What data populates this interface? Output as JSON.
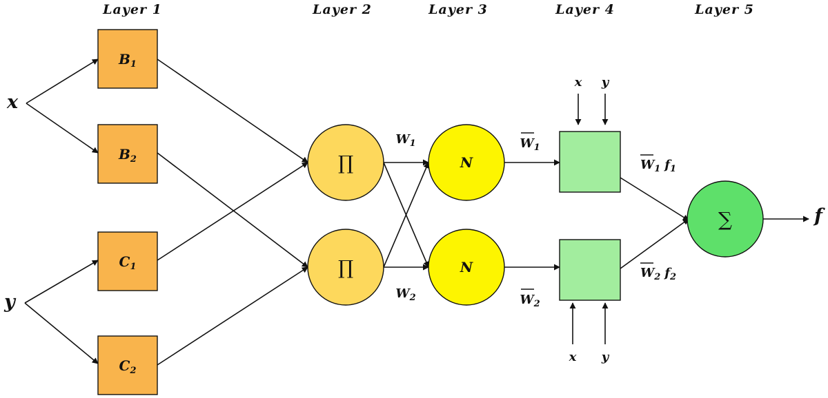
{
  "layers": [
    "Layer 1",
    "Layer 2",
    "Layer 3",
    "Layer 4",
    "Layer 5"
  ],
  "inputs": {
    "x": "x",
    "y": "y"
  },
  "layer1_nodes": [
    {
      "base": "B",
      "sub": "1"
    },
    {
      "base": "B",
      "sub": "2"
    },
    {
      "base": "C",
      "sub": "1"
    },
    {
      "base": "C",
      "sub": "2"
    }
  ],
  "layer2_symbol": "∏",
  "layer3_symbol": "N",
  "layer5_symbol": "∑",
  "w_labels": [
    {
      "base": "W",
      "sub": "1"
    },
    {
      "base": "W",
      "sub": "2"
    }
  ],
  "wbar_labels": [
    {
      "base": "W",
      "sub": "1"
    },
    {
      "base": "W",
      "sub": "2"
    }
  ],
  "wf_labels": [
    {
      "base": "W",
      "sub": "1",
      "f": "f",
      "fsub": "1"
    },
    {
      "base": "W",
      "sub": "2",
      "f": "f",
      "fsub": "2"
    }
  ],
  "layer4_inputs": {
    "x": "x",
    "y": "y"
  },
  "output": "f",
  "colors": {
    "layer1_fill": "#f9b44c",
    "layer2_fill": "#fdd85c",
    "layer3_fill": "#fdf500",
    "layer4_fill": "#a2ed9e",
    "layer5_fill": "#5ee06a",
    "stroke": "#111111"
  }
}
